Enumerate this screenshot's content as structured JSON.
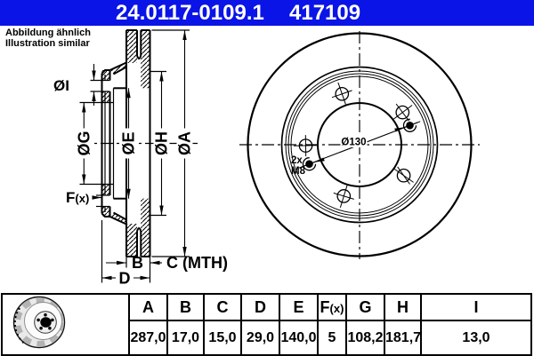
{
  "header": {
    "part_number": "24.0117-0109.1",
    "catalog_number": "417109",
    "bar_color": "#0a14e6"
  },
  "note": {
    "line1": "Abbildung ähnlich",
    "line2": "Illustration similar"
  },
  "section": {
    "dia_i": "ØI",
    "dia_g": "ØG",
    "dia_e": "ØE",
    "dia_h": "ØH",
    "dia_a": "ØA",
    "f_main": "F",
    "f_suffix": "(x)",
    "b": "B",
    "c_mth": "C (MTH)",
    "d": "D"
  },
  "front": {
    "bolt_circle_dia": "Ø130",
    "qty": "2x",
    "thread": "M8"
  },
  "table": {
    "headers": [
      "A",
      "B",
      "C",
      "D",
      "E"
    ],
    "f_header": {
      "main": "F",
      "suffix": "(x)"
    },
    "headers_right": [
      "G",
      "H",
      "I"
    ],
    "values": [
      "287,0",
      "17,0",
      "15,0",
      "29,0",
      "140,0",
      "5",
      "108,2",
      "181,7",
      "13,0"
    ]
  },
  "colors": {
    "header_bar": "#0a14e6",
    "line": "#000000"
  }
}
